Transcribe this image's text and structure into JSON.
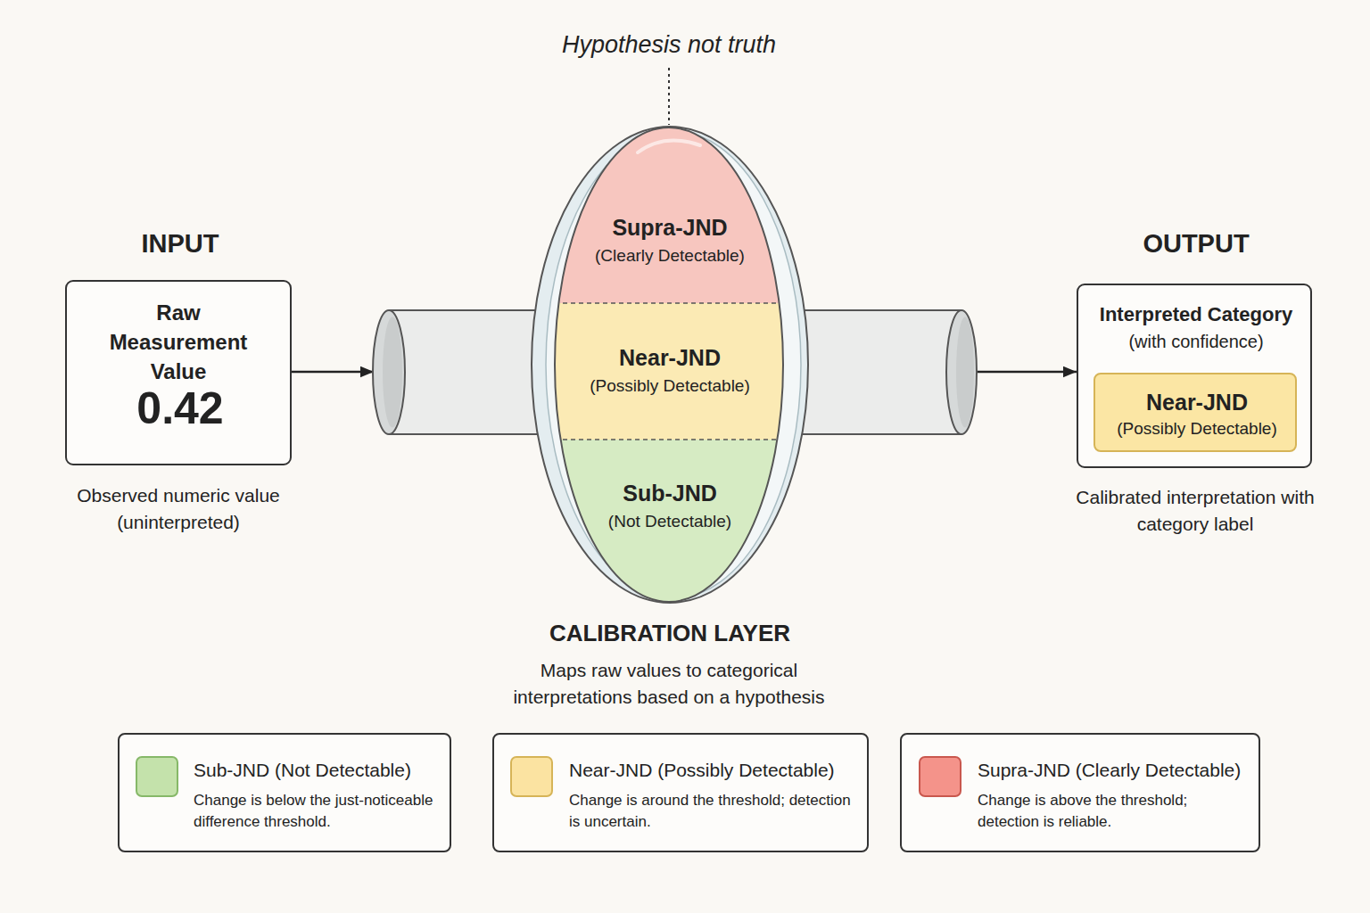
{
  "diagram": {
    "nodes": [
      {
        "text": [
          "INPUT",
          "Raw Measurement Value",
          "0.42"
        ]
      },
      {
        "text": [
          "CALIBRATION LAYER"
        ]
      },
      {
        "text": [
          "Supra-JND",
          "(Clearly Detectable)"
        ],
        "in": 1
      },
      {
        "text": [
          "Near-JND",
          "(Possibly Detectable)"
        ],
        "in": 1
      },
      {
        "text": [
          "Sub-JND",
          "(Not Detectable)"
        ],
        "in": 1
      },
      {
        "text": [
          "OUTPUT",
          "Interpreted Category",
          "(with confidence)"
        ]
      },
      {
        "text": [
          "Near-JND",
          "(Possibly Detectable)"
        ],
        "in": 5
      }
    ],
    "edges": [
      {
        "from": 0,
        "to": 1,
        "arrow": "to"
      },
      {
        "from": 1,
        "to": 5,
        "arrow": "to"
      }
    ],
    "labels": [
      "Hypothesis not truth",
      "Observed numeric value (uninterpreted)",
      "Maps raw values to categorical interpretations based on a hypothesis",
      "Calibrated interpretation with category label",
      "Change is below the just-noticeable difference threshold.",
      "Change is around the threshold; detection is uncertain.",
      "Change is above the threshold; detection is reliable."
    ],
    "legend": [
      {
        "text": "Sub-JND (Not Detectable)",
        "color": "#c4e2ab"
      },
      {
        "text": "Near-JND (Possibly Detectable)",
        "color": "#fbe3a1"
      },
      {
        "text": "Supra-JND (Clearly Detectable)",
        "color": "#f4938a"
      }
    ]
  }
}
